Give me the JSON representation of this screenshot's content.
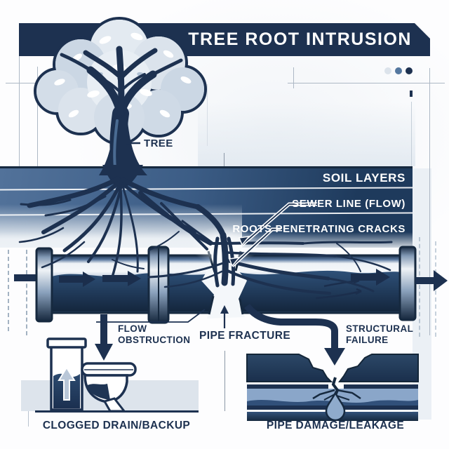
{
  "title": "TREE ROOT INTRUSION",
  "labels": {
    "tree": "TREE",
    "soil_layers": "SOIL LAYERS",
    "sewer_line": "SEWER LINE (FLOW)",
    "roots_penetrating": "ROOTS PENETRATING CRACKS",
    "flow_obstruction": "FLOW OBSTRUCTION",
    "pipe_fracture": "PIPE FRACTURE",
    "structural_failure": "STRUCTURAL FAILURE",
    "clogged_drain": "CLOGGED DRAIN/BACKUP",
    "pipe_damage": "PIPE DAMAGE/LEAKAGE"
  },
  "colors": {
    "navy": "#1d3150",
    "navy-dark": "#16293f",
    "slate": "#4a6b92",
    "slate-dark": "#24405f",
    "leaf": "#ccd7e3",
    "pale": "#eef2f6",
    "mid": "#54779f",
    "guide": "#adb8c5"
  },
  "legend_dots": [
    {
      "name": "dot-light",
      "color": "#dce3eb"
    },
    {
      "name": "dot-medium",
      "color": "#54779f"
    },
    {
      "name": "dot-dark",
      "color": "#1d3150"
    }
  ]
}
